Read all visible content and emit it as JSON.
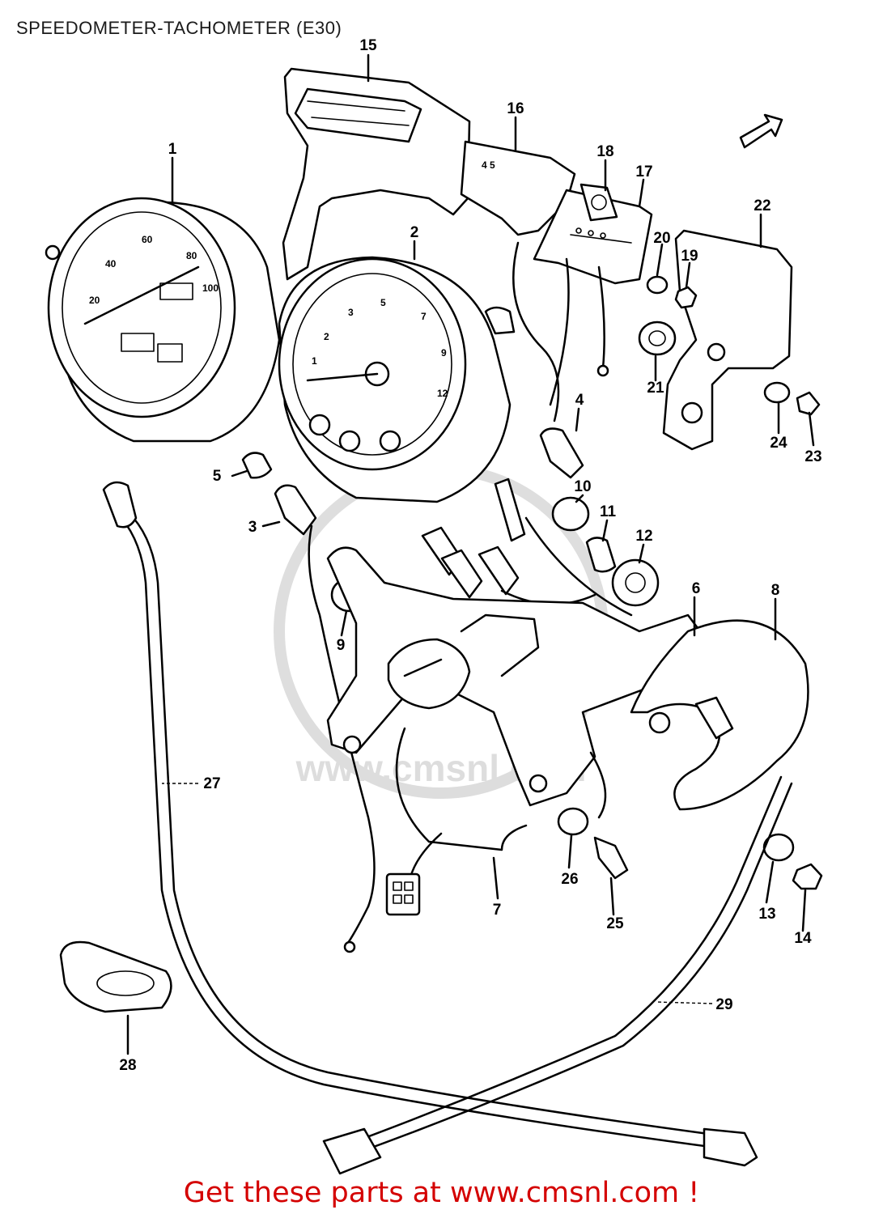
{
  "title": "SPEEDOMETER-TACHOMETER (E30)",
  "footer": "Get these parts at www.cmsnl.com !",
  "watermark": "www.cmsnl.com",
  "colors": {
    "footer": "#d40000",
    "line": "#000000",
    "background": "#ffffff"
  },
  "callouts": [
    "1",
    "2",
    "3",
    "4",
    "5",
    "6",
    "7",
    "8",
    "9",
    "10",
    "11",
    "12",
    "13",
    "14",
    "15",
    "16",
    "17",
    "18",
    "19",
    "20",
    "21",
    "22",
    "23",
    "24",
    "25",
    "26",
    "27",
    "28",
    "29"
  ]
}
